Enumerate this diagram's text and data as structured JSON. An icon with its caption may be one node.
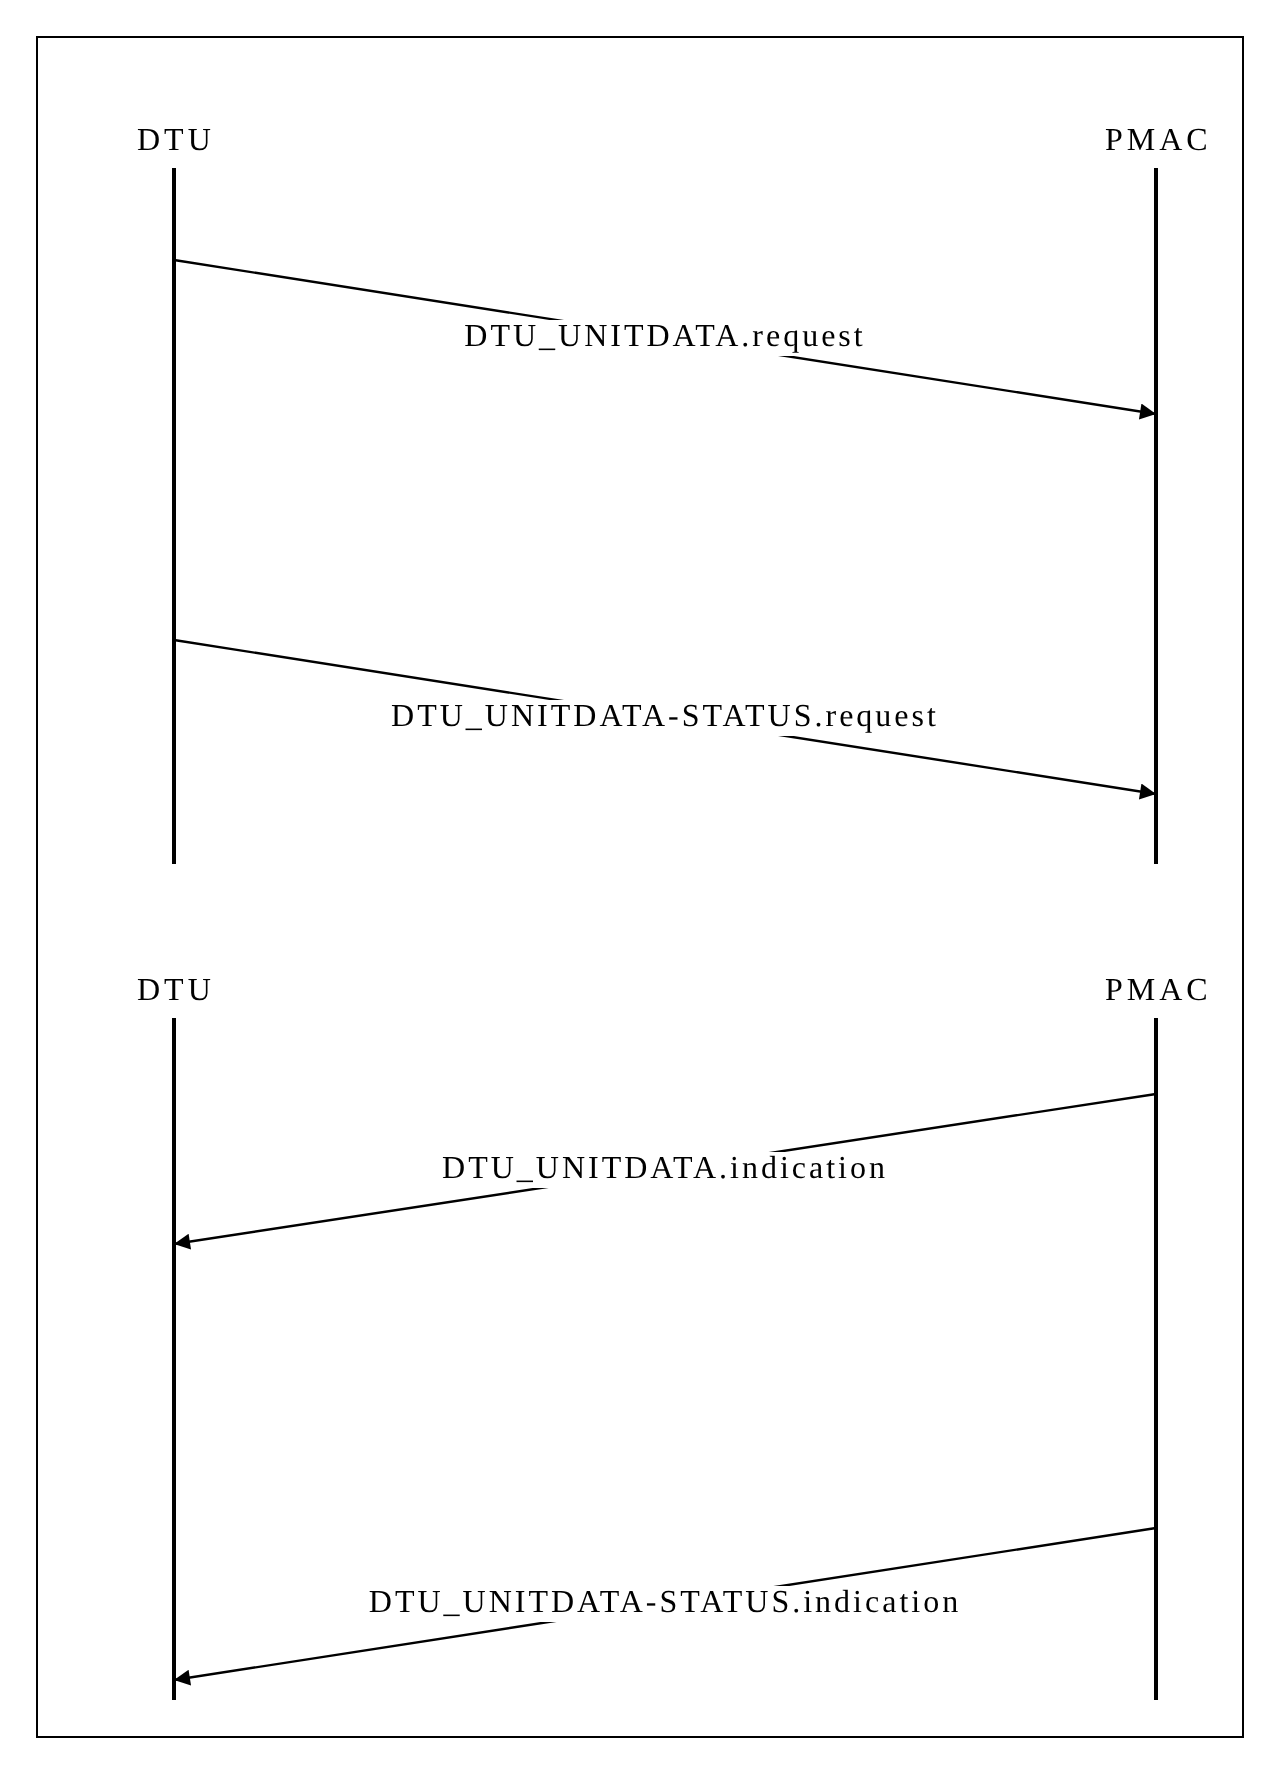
{
  "diagram": {
    "nodes": [
      {
        "text": [
          "DTU"
        ]
      },
      {
        "text": [
          "PMAC"
        ]
      },
      {
        "text": [
          "DTU"
        ]
      },
      {
        "text": [
          "PMAC"
        ]
      }
    ],
    "edges": [
      {
        "from": 0,
        "to": 1,
        "arrow": "to",
        "label": "DTU_UNITDATA.request"
      },
      {
        "from": 0,
        "to": 1,
        "arrow": "to",
        "label": "DTU_UNITDATA-STATUS.request"
      },
      {
        "from": 3,
        "to": 2,
        "arrow": "to",
        "label": "DTU_UNITDATA.indication"
      },
      {
        "from": 3,
        "to": 2,
        "arrow": "to",
        "label": "DTU_UNITDATA-STATUS.indication"
      }
    ]
  }
}
